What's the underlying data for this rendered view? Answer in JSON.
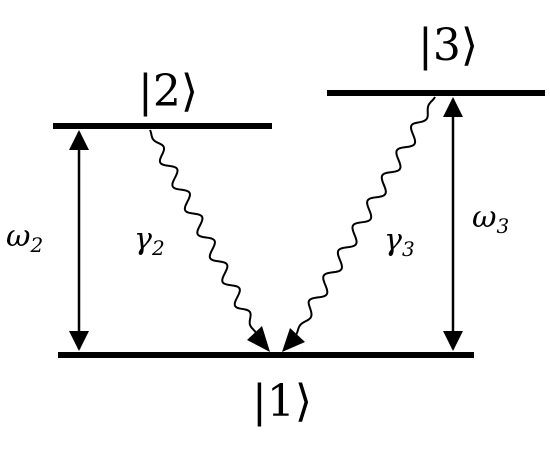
{
  "levels": [
    {
      "id": "1",
      "ket": "|1⟩"
    },
    {
      "id": "2",
      "ket": "|2⟩"
    },
    {
      "id": "3",
      "ket": "|3⟩"
    }
  ],
  "transitions": {
    "omega_2": {
      "symbol": "ω",
      "sub": "2"
    },
    "omega_3": {
      "symbol": "ω",
      "sub": "3"
    },
    "gamma_2": {
      "symbol": "γ",
      "sub": "2"
    },
    "gamma_3": {
      "symbol": "γ",
      "sub": "3"
    }
  },
  "colors": {
    "ink": "#000000",
    "background": "#ffffff"
  }
}
